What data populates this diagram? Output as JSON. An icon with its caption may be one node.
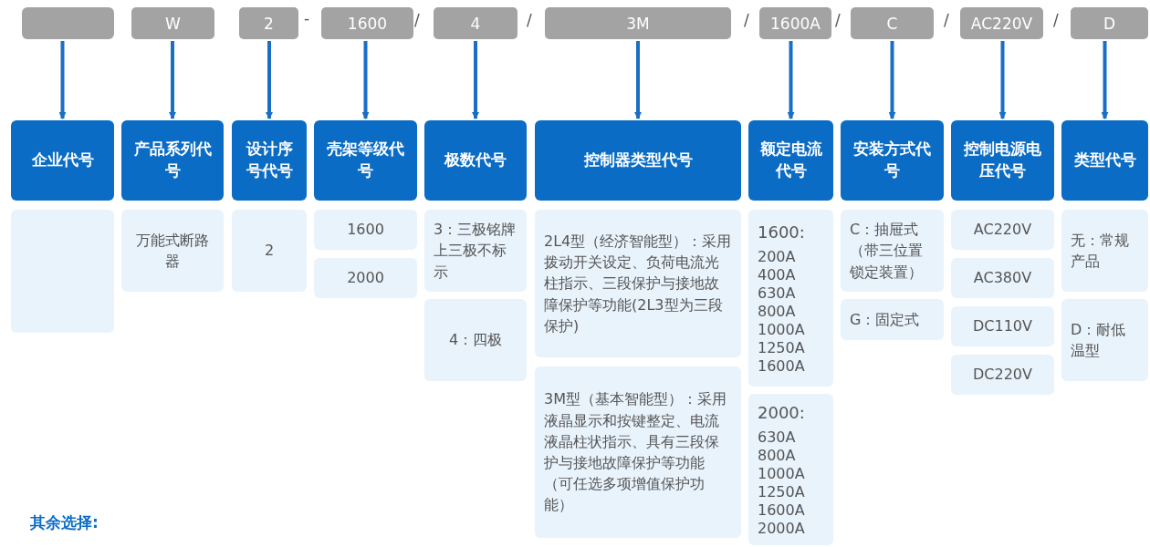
{
  "diagram": {
    "nodes": [
      {
        "text": [],
        "shape": "box"
      },
      {
        "text": [
          "W"
        ]
      },
      {
        "text": [
          "2"
        ]
      },
      {
        "text": [
          "1600"
        ]
      },
      {
        "text": [
          "4"
        ]
      },
      {
        "text": [
          "3M"
        ]
      },
      {
        "text": [
          "1600A"
        ]
      },
      {
        "text": [
          "C"
        ]
      },
      {
        "text": [
          "AC220V"
        ]
      },
      {
        "text": [
          "D"
        ]
      },
      {
        "text": [
          "企业代号"
        ]
      },
      {
        "text": [
          "产品系列代号"
        ]
      },
      {
        "text": [
          "设计序号代号"
        ]
      },
      {
        "text": [
          "壳架等级代号"
        ]
      },
      {
        "text": [
          "极数代号"
        ]
      },
      {
        "text": [
          "控制器类型代号"
        ]
      },
      {
        "text": [
          "额定电流代号"
        ]
      },
      {
        "text": [
          "安装方式代号"
        ]
      },
      {
        "text": [
          "控制电源电压代号"
        ]
      },
      {
        "text": [
          "类型代号"
        ]
      },
      {
        "text": [],
        "shape": "box"
      },
      {
        "text": [
          "万能式断路器"
        ]
      },
      {
        "text": [
          "2"
        ]
      },
      {
        "text": [
          "1600"
        ]
      },
      {
        "text": [
          "2000"
        ]
      },
      {
        "text": [
          "3：三极铭牌上三极不标示"
        ]
      },
      {
        "text": [
          "4：四极"
        ]
      },
      {
        "text": [
          "2L4型（经济智能型）：采用拨动开关设定、负荷电流光柱指示、三段保护与接地故障保护等功能(2L3型为三段保护)"
        ]
      },
      {
        "text": [
          "3M型（基本智能型）：采用液晶显示和按键整定、电流液晶柱状指示、具有三段保护与接地故障保护等功能（可任选多项增值保护功能）"
        ]
      },
      {
        "text": [
          "1600:",
          "200A 400A 630A 800A 1000A 1250A 1600A"
        ]
      },
      {
        "text": [
          "2000:",
          "630A 800A 1000A 1250A 1600A 2000A"
        ]
      },
      {
        "text": [
          "C：抽屉式（带三位置锁定装置）"
        ]
      },
      {
        "text": [
          "G：固定式"
        ]
      },
      {
        "text": [
          "AC220V"
        ]
      },
      {
        "text": [
          "AC380V"
        ]
      },
      {
        "text": [
          "DC110V"
        ]
      },
      {
        "text": [
          "DC220V"
        ]
      },
      {
        "text": [
          "无：常规产品"
        ]
      },
      {
        "text": [
          "D：耐低温型"
        ]
      }
    ],
    "edges": [
      {
        "from": 0,
        "to": 10,
        "arrow": "to"
      },
      {
        "from": 1,
        "to": 11,
        "arrow": "to"
      },
      {
        "from": 2,
        "to": 12,
        "arrow": "to"
      },
      {
        "from": 3,
        "to": 13,
        "arrow": "to"
      },
      {
        "from": 4,
        "to": 14,
        "arrow": "to"
      },
      {
        "from": 5,
        "to": 15,
        "arrow": "to"
      },
      {
        "from": 6,
        "to": 16,
        "arrow": "to"
      },
      {
        "from": 7,
        "to": 17,
        "arrow": "to"
      },
      {
        "from": 8,
        "to": 18,
        "arrow": "to"
      },
      {
        "from": 9,
        "to": 19,
        "arrow": "to"
      }
    ],
    "labels": [
      "-",
      "/",
      "/",
      "/",
      "/",
      "/",
      "/",
      "其余选择:"
    ]
  }
}
